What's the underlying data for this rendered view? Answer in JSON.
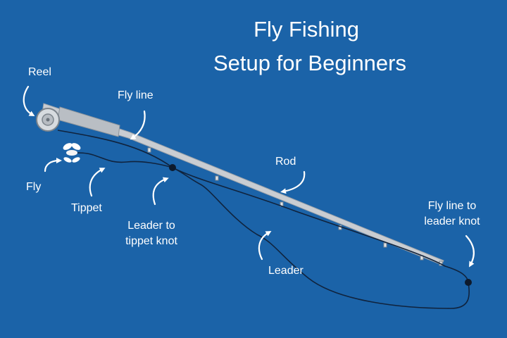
{
  "title": {
    "line1": "Fly Fishing",
    "line2": "Setup for Beginners"
  },
  "labels": {
    "reel": "Reel",
    "fly_line": "Fly line",
    "fly": "Fly",
    "tippet": "Tippet",
    "leader_to_tippet_knot_1": "Leader to",
    "leader_to_tippet_knot_2": "tippet knot",
    "rod": "Rod",
    "leader": "Leader",
    "fly_line_to_leader_knot_1": "Fly line to",
    "fly_line_to_leader_knot_2": "leader knot"
  },
  "colors": {
    "background": "#1b63a8",
    "rod": "#c9cdd2",
    "line": "#10233d",
    "text": "#ffffff"
  }
}
